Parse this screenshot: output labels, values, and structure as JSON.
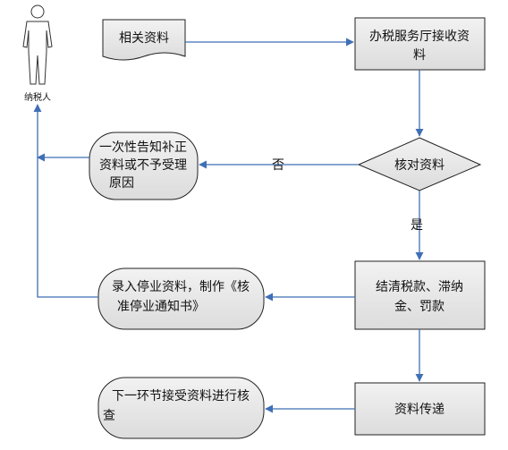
{
  "actor": {
    "label": "纳税人"
  },
  "nodes": {
    "materials": {
      "label": "相关资料"
    },
    "hall_receive": {
      "line1": "办税服务厅接收资",
      "line2": "料"
    },
    "verify": {
      "label": "核对资料"
    },
    "notify_reject": {
      "line1": "一次性告知补正",
      "line2": "资料或不予受理",
      "line3": "原因"
    },
    "settle": {
      "line1": "结清税款、滞纳",
      "line2": "金、罚款"
    },
    "record_notice": {
      "line1": "录入停业资料，制作《核",
      "line2": "准停业通知书》"
    },
    "transfer": {
      "label": "资料传递"
    },
    "next_step": {
      "line1": "下一环节接受资料进行核",
      "line2": "查"
    }
  },
  "edges": {
    "no_label": "否",
    "yes_label": "是"
  },
  "colors": {
    "box_fill": "#e8e8e8",
    "stroke": "#222222",
    "arrow": "#3f6fb5"
  }
}
